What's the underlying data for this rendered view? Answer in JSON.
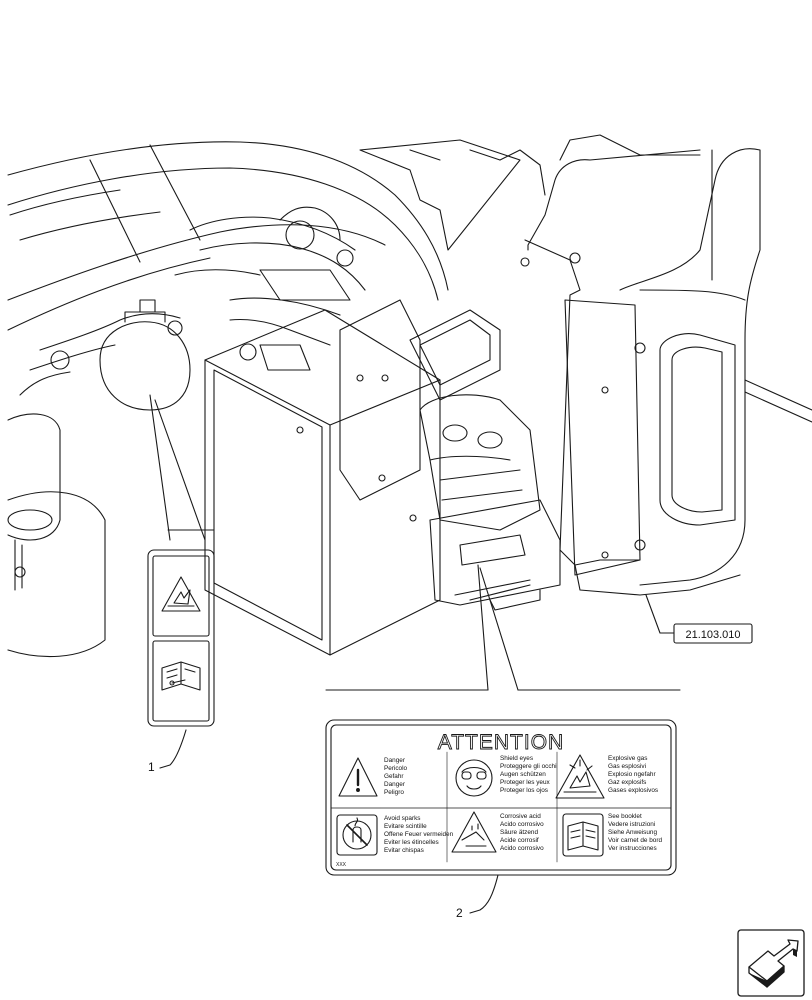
{
  "callouts": {
    "item1": "1",
    "item2": "2",
    "ref": "21.103.010"
  },
  "attention_decal": {
    "title": "ATTENTION",
    "code": "XXX",
    "cells": [
      {
        "icon": "warning-triangle-icon",
        "lines": [
          "Danger",
          "Pericolo",
          "Gefahr",
          "Danger",
          "Peligro"
        ]
      },
      {
        "icon": "safety-goggles-icon",
        "lines": [
          "Shield eyes",
          "Proteggere gli occhi",
          "Augen schützen",
          "Proteger les yeux",
          "Proteger los ojos"
        ]
      },
      {
        "icon": "explosive-gas-icon",
        "lines": [
          "Explosive gas",
          "Gas esplosivi",
          "Explosio ngefahr",
          "Gaz explosifs",
          "Gases explosivos"
        ]
      },
      {
        "icon": "no-sparks-icon",
        "lines": [
          "Avoid sparks",
          "Evitare scintille",
          "Offene Feuer vermeiden",
          "Eviter les étincelles",
          "Evitar chispas"
        ]
      },
      {
        "icon": "corrosive-acid-icon",
        "lines": [
          "Corrosive acid",
          "Acido corrosivo",
          "Säure ätzend",
          "Acide corrosif",
          "Acido corrosivo"
        ]
      },
      {
        "icon": "manual-book-icon",
        "lines": [
          "See booklet",
          "Vedere istruzioni",
          "Siehe Anweisung",
          "Voir carnet de bord",
          "Ver instrucciones"
        ]
      }
    ]
  },
  "small_decal": {
    "icons": [
      "explosion-warning-icon",
      "read-manual-icon"
    ]
  },
  "nav": {
    "icon": "next-page-arrow-icon"
  }
}
